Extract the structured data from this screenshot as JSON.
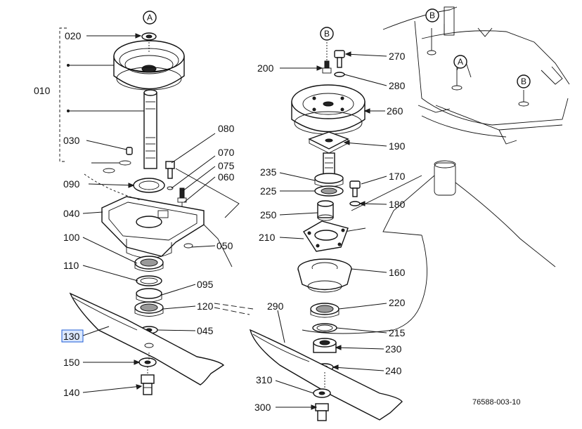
{
  "drawing_code": "76588-003-10",
  "selected_callout": "130",
  "reference_letters": [
    "A",
    "B"
  ],
  "callouts": {
    "c020": "020",
    "c010": "010",
    "c030": "030",
    "c080": "080",
    "c070": "070",
    "c075": "075",
    "c060": "060",
    "c090": "090",
    "c040": "040",
    "c050": "050",
    "c100": "100",
    "c110": "110",
    "c095": "095",
    "c120": "120",
    "c045": "045",
    "c130": "130",
    "c150": "150",
    "c140": "140",
    "c270": "270",
    "c200": "200",
    "c280": "280",
    "c260": "260",
    "c190": "190",
    "c235": "235",
    "c225": "225",
    "c170": "170",
    "c180": "180",
    "c250": "250",
    "c210": "210",
    "c160": "160",
    "c220": "220",
    "c290": "290",
    "c215": "215",
    "c230": "230",
    "c240": "240",
    "c310": "310",
    "c300": "300"
  }
}
